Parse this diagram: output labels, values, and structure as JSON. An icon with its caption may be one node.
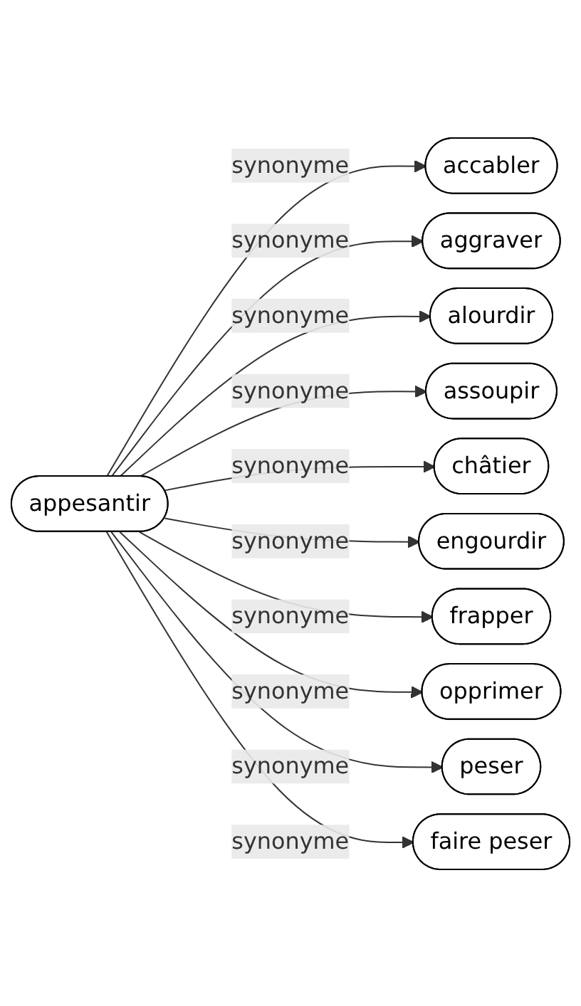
{
  "diagram": {
    "nodes": [
      {
        "text": [
          "appesantir"
        ]
      },
      {
        "text": [
          "accabler"
        ]
      },
      {
        "text": [
          "aggraver"
        ]
      },
      {
        "text": [
          "alourdir"
        ]
      },
      {
        "text": [
          "assoupir"
        ]
      },
      {
        "text": [
          "châtier"
        ]
      },
      {
        "text": [
          "engourdir"
        ]
      },
      {
        "text": [
          "frapper"
        ]
      },
      {
        "text": [
          "opprimer"
        ]
      },
      {
        "text": [
          "peser"
        ]
      },
      {
        "text": [
          "faire peser"
        ]
      }
    ],
    "edges": [
      {
        "from": 0,
        "to": 1,
        "arrow": "to",
        "label": "synonyme"
      },
      {
        "from": 0,
        "to": 2,
        "arrow": "to",
        "label": "synonyme"
      },
      {
        "from": 0,
        "to": 3,
        "arrow": "to",
        "label": "synonyme"
      },
      {
        "from": 0,
        "to": 4,
        "arrow": "to",
        "label": "synonyme"
      },
      {
        "from": 0,
        "to": 5,
        "arrow": "to",
        "label": "synonyme"
      },
      {
        "from": 0,
        "to": 6,
        "arrow": "to",
        "label": "synonyme"
      },
      {
        "from": 0,
        "to": 7,
        "arrow": "to",
        "label": "synonyme"
      },
      {
        "from": 0,
        "to": 8,
        "arrow": "to",
        "label": "synonyme"
      },
      {
        "from": 0,
        "to": 9,
        "arrow": "to",
        "label": "synonyme"
      },
      {
        "from": 0,
        "to": 10,
        "arrow": "to",
        "label": "synonyme"
      }
    ]
  }
}
